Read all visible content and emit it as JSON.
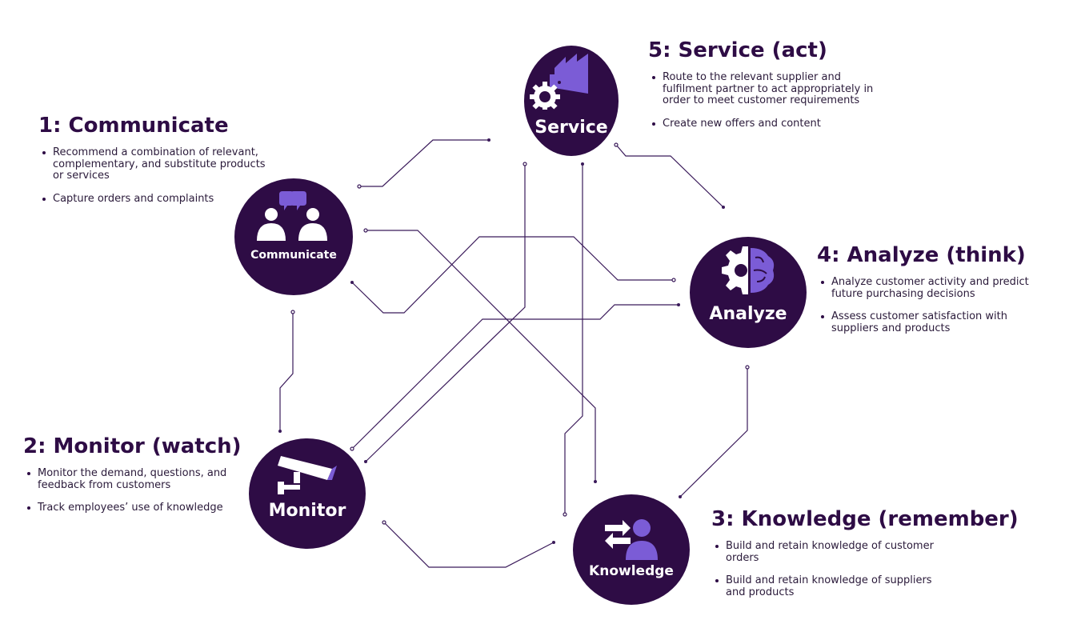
{
  "nodes": {
    "service": {
      "label": "Service"
    },
    "communicate": {
      "label": "Communicate"
    },
    "analyze": {
      "label": "Analyze"
    },
    "monitor": {
      "label": "Monitor"
    },
    "knowledge": {
      "label": "Knowledge"
    }
  },
  "blocks": {
    "service": {
      "title": "5: Service (act)",
      "items": [
        "Route to the relevant supplier and fulfilment partner to act appropriately in order to meet customer requirements",
        "Create new offers and content"
      ]
    },
    "communicate": {
      "title": "1: Communicate",
      "items": [
        "Recommend a combination of relevant, complementary, and substitute products or services",
        "Capture orders and complaints"
      ]
    },
    "analyze": {
      "title": "4: Analyze (think)",
      "items": [
        "Analyze customer activity and predict future purchasing decisions",
        "Assess customer satisfaction with suppliers and products"
      ]
    },
    "monitor": {
      "title": "2: Monitor (watch)",
      "items": [
        "Monitor the demand, questions, and feedback from customers",
        "Track employees’ use of knowledge"
      ]
    },
    "knowledge": {
      "title": "3: Knowledge (remember)",
      "items": [
        "Build and retain knowledge of customer orders",
        "Build and retain knowledge of suppliers and products"
      ]
    }
  },
  "colors": {
    "node_fill": "#2e0c45",
    "icon_accent": "#7b5cd6",
    "line": "#3a1a5a"
  },
  "icons": {
    "service": "factory-gear-icon",
    "communicate": "people-chat-icon",
    "analyze": "gear-brain-icon",
    "monitor": "security-camera-icon",
    "knowledge": "person-exchange-icon"
  }
}
